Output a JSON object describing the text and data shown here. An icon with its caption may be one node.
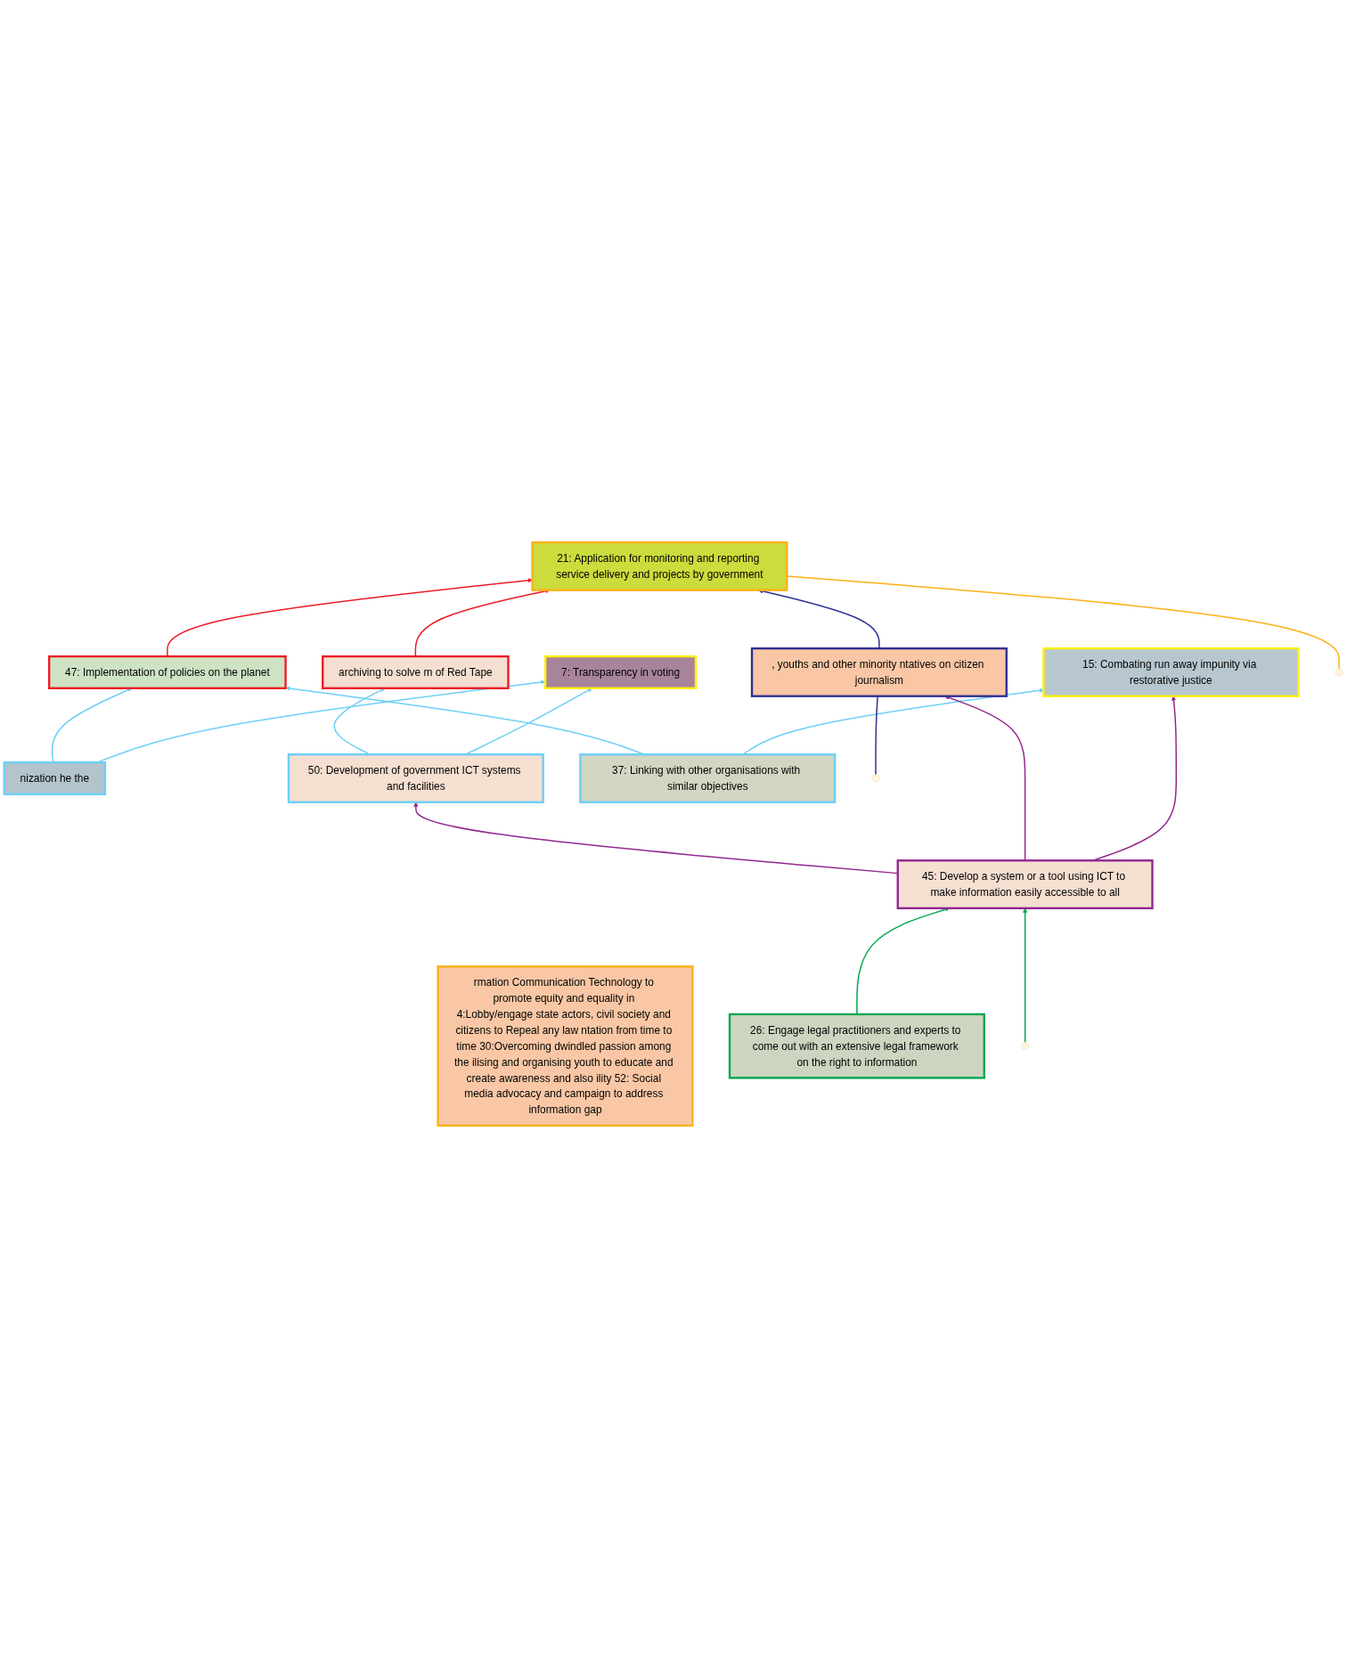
{
  "diagram": {
    "nodes": [
      {
        "text": [
          "7: Transparency in voting"
        ]
      },
      {
        "text": [
          "15: Combating run away impunity via restorative justice"
        ]
      },
      {
        "text": [
          "rmation Communication Technology to promote equity and equality in 4:Lobby/engage state actors, civil society and citizens to Repeal any law ntation from time to time 30:Overcoming dwindled passion among the ilising and organising youth to educate and create awareness and also ility 52: Social media advocacy and campaign to address information gap"
        ]
      },
      {
        "text": [
          "21: Application for monitoring and reporting service delivery and projects by government"
        ]
      },
      {
        "text": [
          "archiving to solve m of Red Tape"
        ]
      },
      {
        "text": [
          "47: Implementation of policies on the planet"
        ]
      },
      {
        "text": [
          "nization he the"
        ]
      },
      {
        "text": [
          "50: Development of government ICT systems and facilities"
        ]
      },
      {
        "text": [
          "37: Linking with other organisations with similar objectives"
        ]
      },
      {
        "text": [
          ", youths and other minority ntatives on citizen journalism"
        ]
      },
      {
        "text": [
          "45: Develop a system or a tool using ICT to make information easily accessible to all"
        ]
      },
      {
        "text": [
          "26: Engage legal practitioners and experts to come out with an extensive legal framework on the right to information"
        ]
      }
    ],
    "edges": [
      {
        "from": null,
        "to": 3,
        "arrow": "none",
        "color": "#fbb116"
      },
      {
        "from": 6,
        "to": 0,
        "arrow": "to",
        "color": "#6dcff6"
      },
      {
        "from": 7,
        "to": 0,
        "arrow": "to",
        "color": "#6dcff6"
      },
      {
        "from": 8,
        "to": 1,
        "arrow": "to",
        "color": "#6dcff6"
      },
      {
        "from": 10,
        "to": 1,
        "arrow": "to",
        "color": "#92278f"
      },
      {
        "from": 4,
        "to": 3,
        "arrow": "to",
        "color": "#ed1c24"
      },
      {
        "from": 5,
        "to": 3,
        "arrow": "to",
        "color": "#ed1c24"
      },
      {
        "from": 9,
        "to": 3,
        "arrow": "to",
        "color": "#2e3192"
      },
      {
        "from": 7,
        "to": 4,
        "arrow": "to",
        "color": "#6dcff6"
      },
      {
        "from": 6,
        "to": 5,
        "arrow": "to",
        "color": "#6dcff6"
      },
      {
        "from": 8,
        "to": 5,
        "arrow": "to",
        "color": "#6dcff6"
      },
      {
        "from": null,
        "to": 9,
        "arrow": "none",
        "color": "#2e3192"
      },
      {
        "from": 10,
        "to": 9,
        "arrow": "to",
        "color": "#92278f"
      },
      {
        "from": 10,
        "to": 7,
        "arrow": "to",
        "color": "#92278f"
      },
      {
        "from": null,
        "to": 10,
        "arrow": "to",
        "color": "#00a651"
      },
      {
        "from": 11,
        "to": 10,
        "arrow": "to",
        "color": "#00a651"
      }
    ]
  }
}
